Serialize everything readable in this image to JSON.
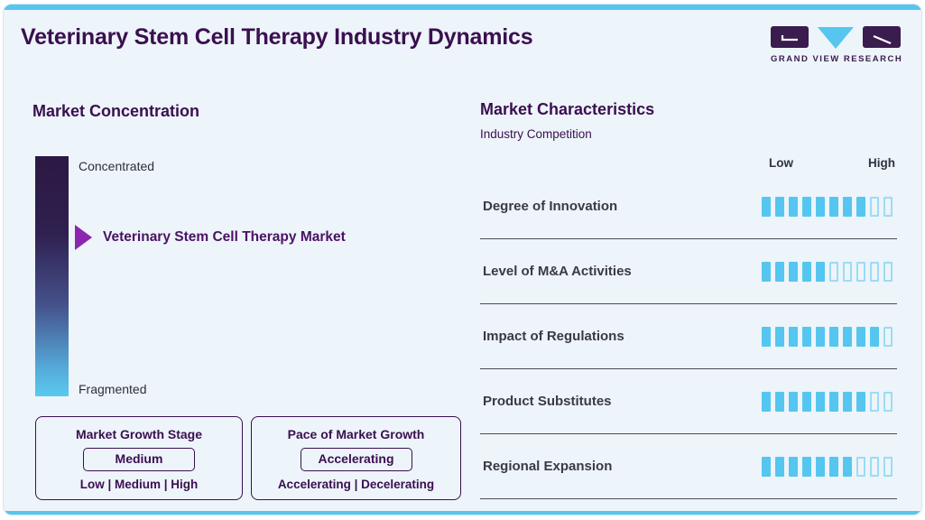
{
  "header": {
    "title": "Veterinary Stem Cell Therapy Industry Dynamics",
    "logo_wordmark": "GRAND VIEW RESEARCH"
  },
  "market_concentration": {
    "heading": "Market Concentration",
    "scale_top": "Concentrated",
    "scale_bottom": "Fragmented",
    "marker_label": "Veterinary Stem Cell Therapy Market",
    "growth_stage": {
      "title": "Market Growth Stage",
      "value": "Medium",
      "options": "Low | Medium | High"
    },
    "growth_pace": {
      "title": "Pace of Market Growth",
      "value": "Accelerating",
      "options": "Accelerating | Decelerating"
    }
  },
  "market_characteristics": {
    "heading": "Market Characteristics",
    "subheading": "Industry Competition",
    "scale_low": "Low",
    "scale_high": "High",
    "rows": [
      {
        "label": "Degree of Innovation",
        "filled": 8,
        "total": 10
      },
      {
        "label": "Level of M&A Activities",
        "filled": 5,
        "total": 10
      },
      {
        "label": "Impact of Regulations",
        "filled": 9,
        "total": 10
      },
      {
        "label": "Product Substitutes",
        "filled": 8,
        "total": 10
      },
      {
        "label": "Regional Expansion",
        "filled": 7,
        "total": 10
      }
    ]
  },
  "colors": {
    "accent_blue": "#56c6ef",
    "brand_purple": "#3a0f4f",
    "marker_purple": "#8b27ae",
    "bar_fill": "#55c6ef",
    "bar_empty_border": "#9bdcf6",
    "gradient_top": "#2c1843",
    "gradient_bottom": "#5bc9f1",
    "card_background": "#edf4fa",
    "divider": "#4c4c56"
  },
  "chart_data": [
    {
      "type": "bar",
      "title": "Market Characteristics — Industry Competition",
      "orientation": "horizontal",
      "style": "segmented-rating",
      "categories": [
        "Degree of Innovation",
        "Level of M&A Activities",
        "Impact of Regulations",
        "Product Substitutes",
        "Regional Expansion"
      ],
      "values": [
        8,
        5,
        9,
        8,
        7
      ],
      "value_range": [
        0,
        10
      ],
      "scale_labels": [
        "Low",
        "High"
      ],
      "grid": false,
      "legend": false
    },
    {
      "type": "scatter",
      "title": "Market Concentration",
      "style": "vertical-gradient-scale",
      "axis_top_label": "Concentrated",
      "axis_bottom_label": "Fragmented",
      "marker_label": "Veterinary Stem Cell Therapy Market",
      "marker_position_from_top_fraction": 0.33
    }
  ]
}
